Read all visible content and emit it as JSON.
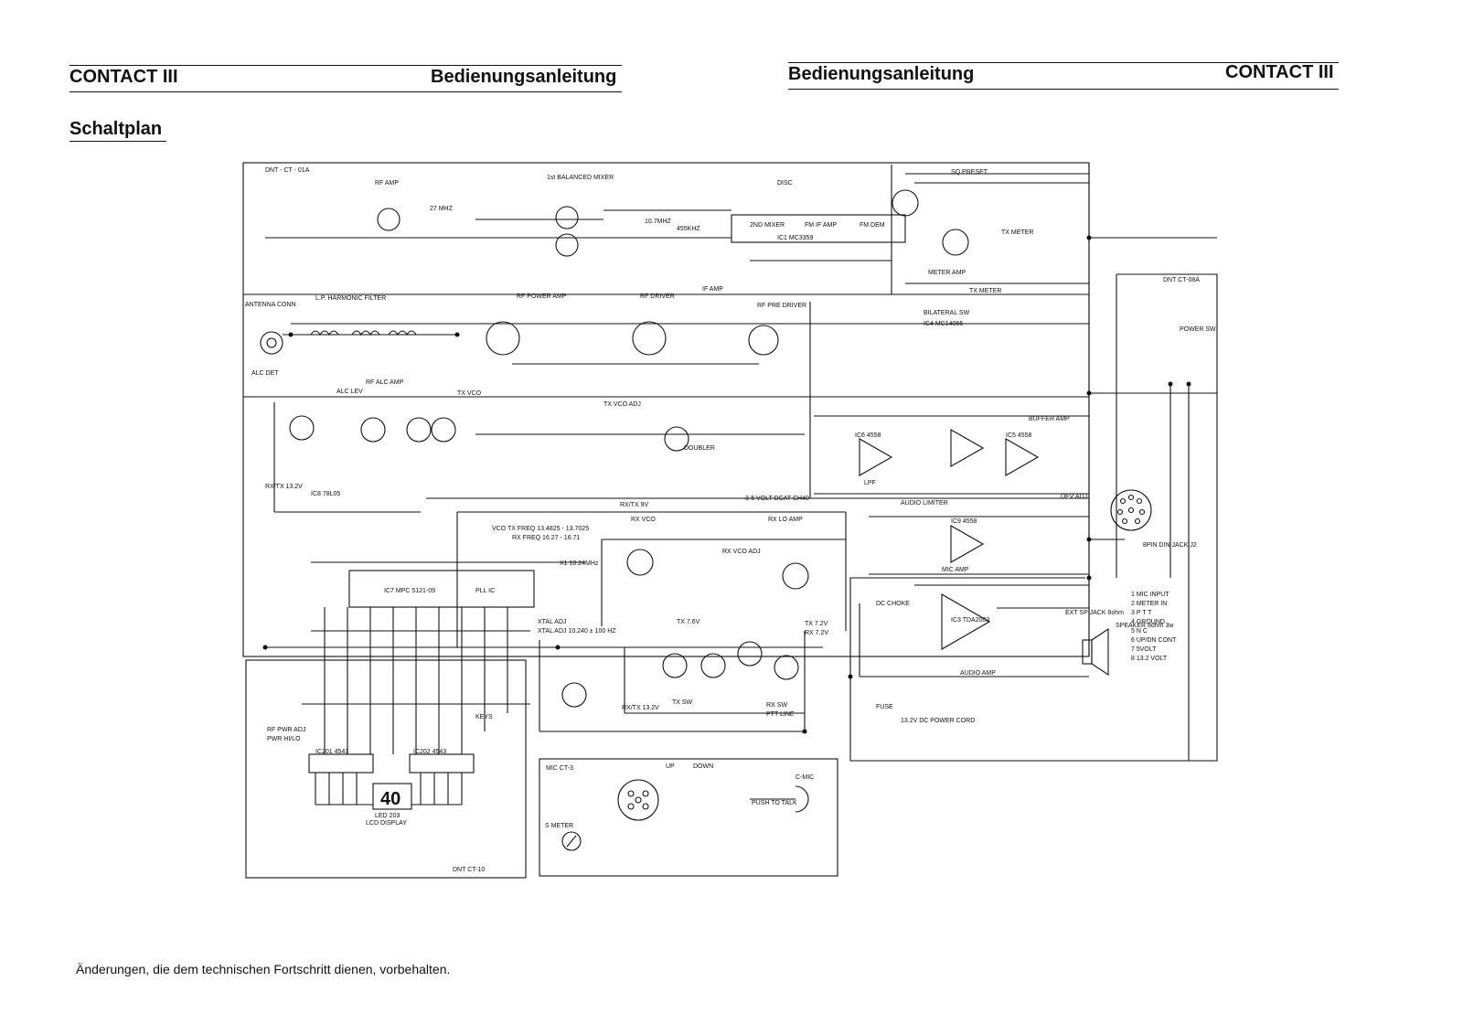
{
  "header": {
    "left_model": "CONTACT III",
    "left_title": "Bedienungsanleitung",
    "right_title": "Bedienungsanleitung",
    "right_model": "CONTACT III"
  },
  "section_title": "Schaltplan",
  "schematic": {
    "boards": [
      "DNT - CT - 01A",
      "DNT CT-10",
      "MIC  CT-3",
      "DNT CT-08A"
    ],
    "blocks": [
      "RF AMP",
      "1st BALANCED MIXER",
      "DISC",
      "SQ PRESET",
      "TX METER",
      "METER AMP",
      "L.P. HARMONIC FILTER",
      "RF POWER AMP",
      "RF DRIVER",
      "RF PRE DRIVER",
      "BILATERAL SW",
      "ALC LEV",
      "RF ALC AMP",
      "TX VCO",
      "TX VCO ADJ",
      "DOUBLER",
      "BUFFER AMP",
      "LPF",
      "DEV ADJ",
      "AUDIO LIMITER",
      "MIC AMP",
      "RX VCO",
      "RX VCO ADJ",
      "RX LO AMP",
      "PLL IC",
      "XTAL ADJ",
      "TX SW",
      "RX SW",
      "PTT LINE",
      "DC CHOKE",
      "AUDIO AMP",
      "EXT SP JACK 8ohm",
      "SPEAKER 8ohm 3w",
      "LCD DISPLAY",
      "PUSH TO TALK",
      "POWER SW",
      "8PIN DIN JACK J2",
      "FUSE",
      "13.2V DC POWER CORD",
      "ANTENNA CONN",
      "ALC DET",
      "IF AMP",
      "KEYS",
      "S METER",
      "C-MIC",
      "TX METER"
    ],
    "ics": [
      "IC1 MC3359",
      "IC7 MPC 5121-09",
      "IC3 TDA2003",
      "IC5 4558",
      "IC6 4558",
      "IC9 4558",
      "IC4 MC14066",
      "IC8 78L05",
      "IC201 4543",
      "IC202 4543",
      "LED 203"
    ],
    "labels": [
      "RX/TX 9V",
      "3-5 VOLT DCAT CH40",
      "VCO TX FREQ 13.4825 - 13.7025",
      "RX FREQ 16.27 - 16.71",
      "X1 10.24MHz",
      "XTAL ADJ 10.240 ± 100 HZ",
      "RX/TX 13.2V",
      "TX 7.6V",
      "RX 7.2V",
      "TX 7.2V",
      "RX/TX 13.2V",
      "RF PWR ADJ",
      "PWR HI/LO",
      "UP",
      "DOWN",
      "27 MHZ",
      "10.7MHZ",
      "455KHZ",
      "2ND MIXER",
      "FM IF AMP",
      "FM DEM"
    ],
    "pin_legend": [
      "1 MIC INPUT",
      "2 METER IN",
      "3 P T T",
      "4 GROUND",
      "5 N C",
      "6 UP/DN CONT",
      "7 5VOLT",
      "8 13.2 VOLT"
    ],
    "display_value": "40"
  },
  "footer": "Änderungen, die dem technischen Fortschritt dienen, vorbehalten."
}
